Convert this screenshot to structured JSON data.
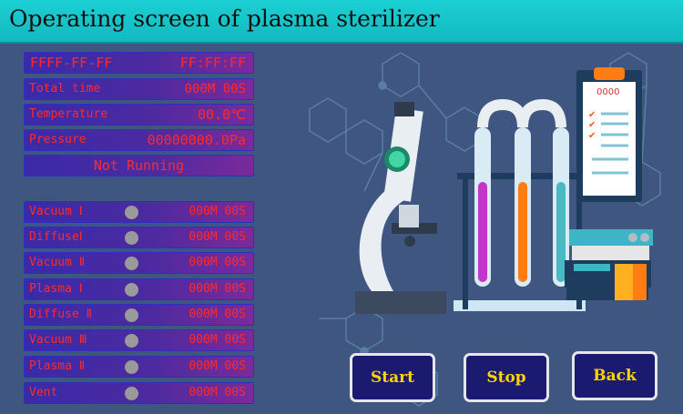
{
  "title": "Operating screen of plasma sterilizer",
  "header": {
    "id": "FFFF-FF-FF",
    "time": "FF:FF:FF"
  },
  "status": [
    {
      "label": "Total time",
      "value": "000M 00S"
    },
    {
      "label": "Temperature",
      "value": "00.0℃"
    },
    {
      "label": "Pressure",
      "value": "00000000.0Pa"
    }
  ],
  "state": "Not Running",
  "stages": [
    {
      "label": "Vacuum Ⅰ",
      "value": "000M 00S"
    },
    {
      "label": "DiffuseⅠ",
      "value": "000M 00S"
    },
    {
      "label": "Vacuum Ⅱ",
      "value": "000M 00S"
    },
    {
      "label": "Plasma Ⅰ",
      "value": "000M 00S"
    },
    {
      "label": "Diffuse Ⅱ",
      "value": "000M 00S"
    },
    {
      "label": "Vacuum Ⅲ",
      "value": "000M 00S"
    },
    {
      "label": "Plasma Ⅱ",
      "value": "000M 00S"
    },
    {
      "label": "Vent",
      "value": "000M 00S"
    }
  ],
  "clipboard_number": "0000",
  "buttons": {
    "start": "Start",
    "stop": "Stop",
    "back": "Back"
  },
  "colors": {
    "title_bar": "#1bd0d4",
    "background": "#3f5680",
    "text_red": "#ff2a2a",
    "button_text": "#ffd400",
    "button_bg": "#1a1a70"
  },
  "icons": [
    "microscope-icon",
    "test-tubes-icon",
    "clipboard-icon",
    "books-icon",
    "molecule-network"
  ]
}
